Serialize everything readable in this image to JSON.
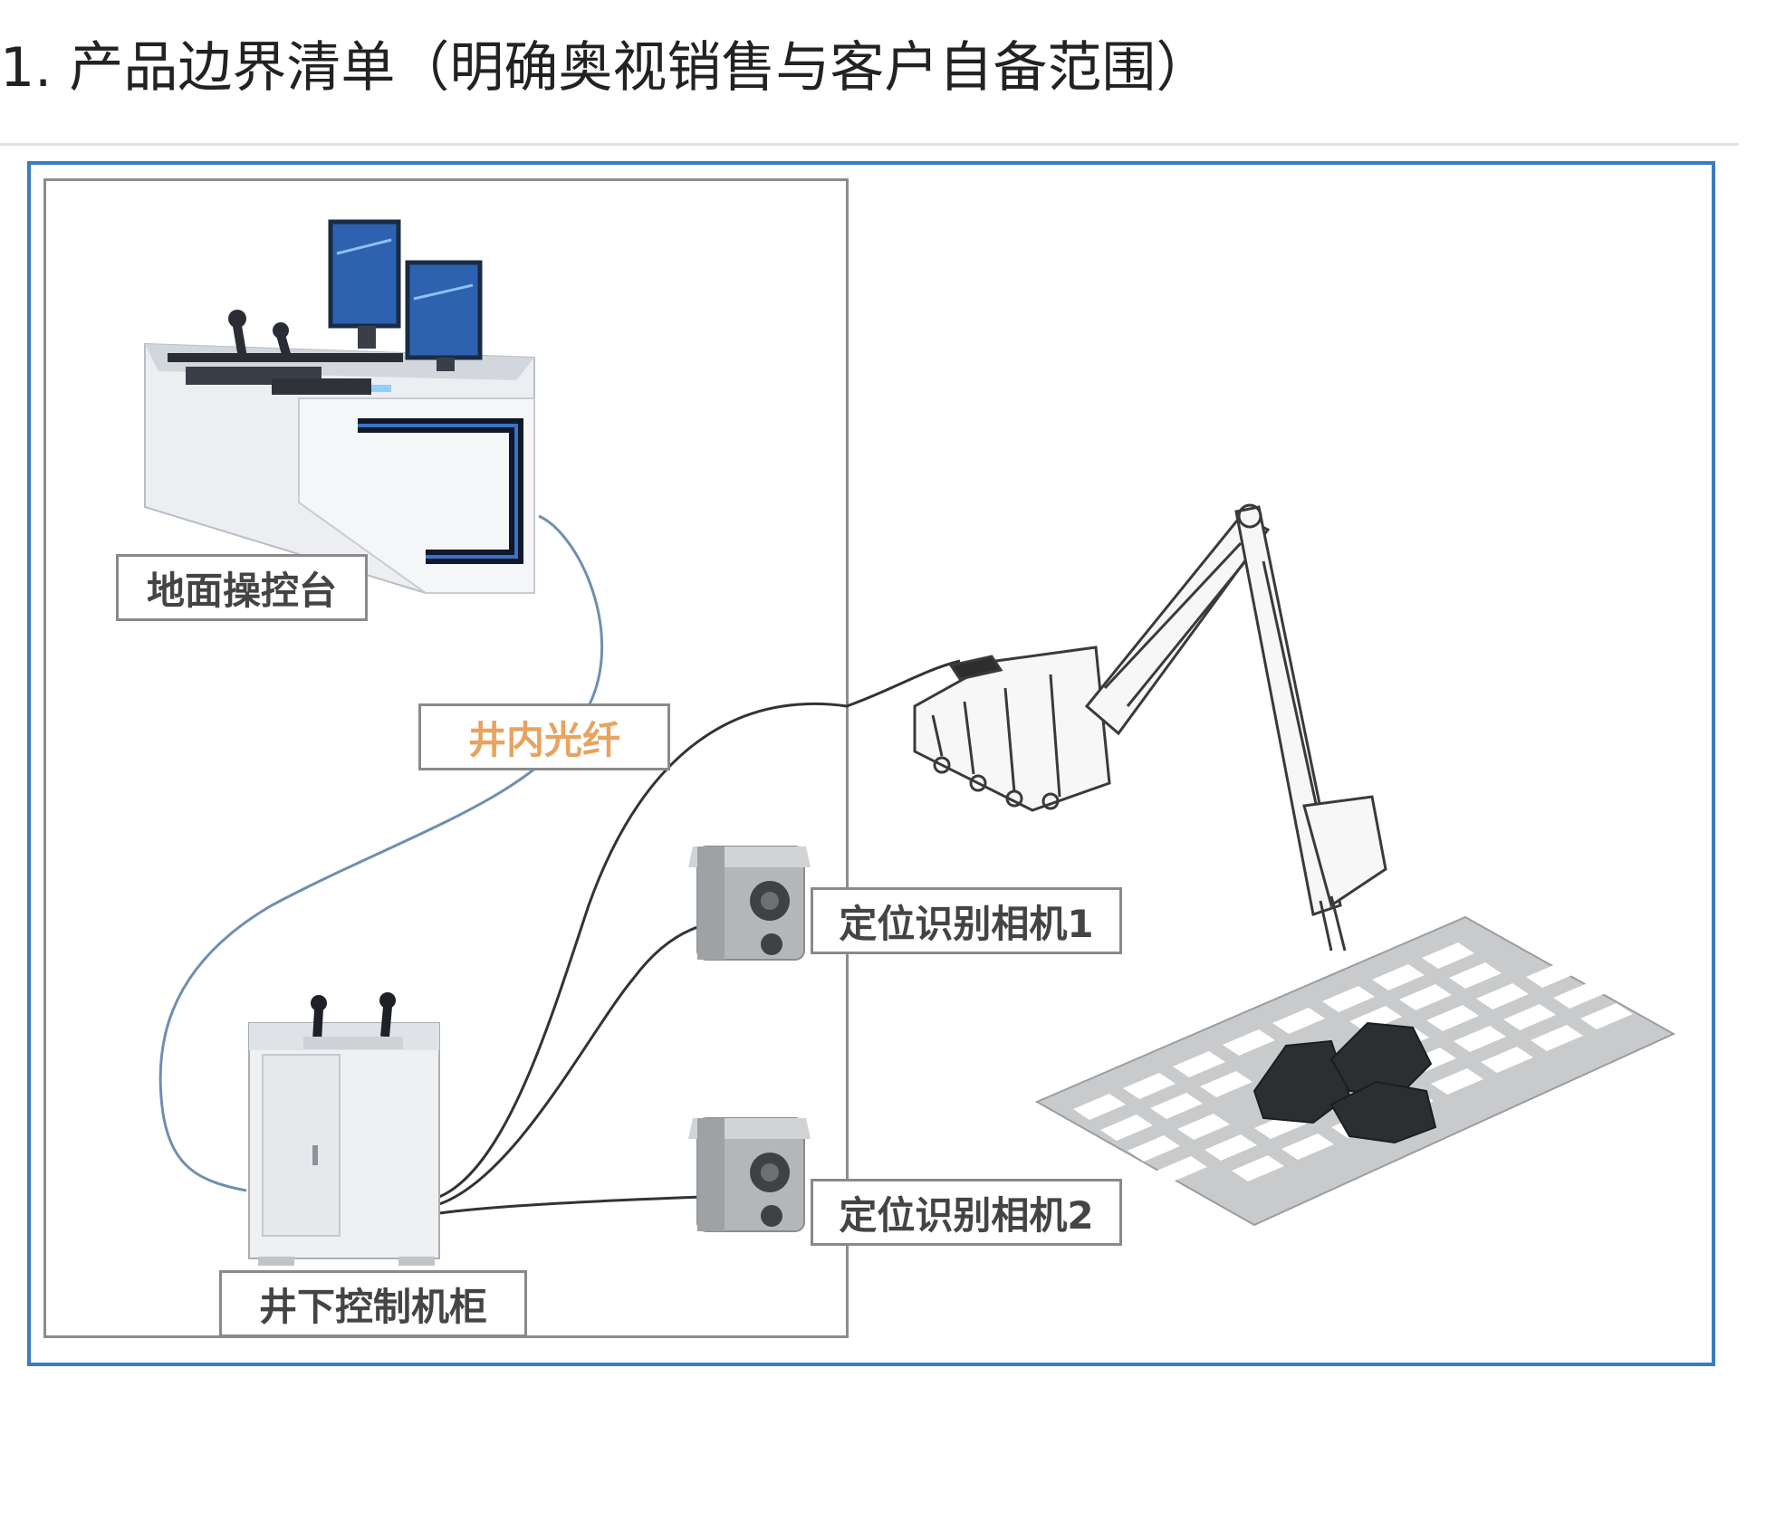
{
  "heading": "1. 产品边界清单（明确奥视销售与客户自备范围）",
  "labels": {
    "surface_console": "地面操控台",
    "fiber": "井内光纤",
    "camera1": "定位识别相机1",
    "camera2": "定位识别相机2",
    "cabinet": "井下控制机柜"
  },
  "colors": {
    "frame": "#3a7cc0",
    "scope_border": "#8c8c8c",
    "fiber_cable": "#6f8fb0",
    "fiber_label": "#e7a360"
  }
}
